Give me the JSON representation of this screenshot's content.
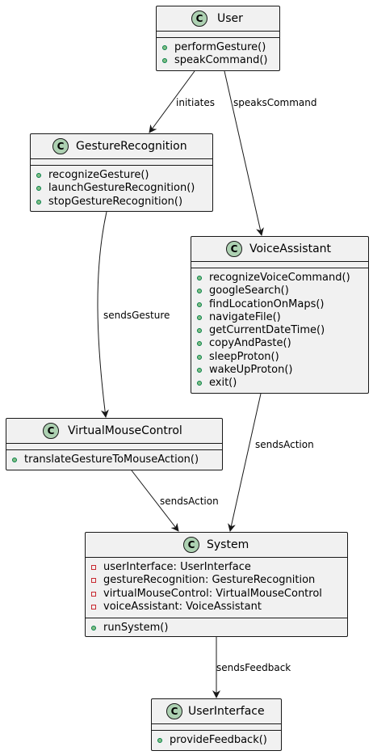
{
  "classes": {
    "user": {
      "name": "User",
      "stereotype": "C",
      "methods": [
        "performGesture()",
        "speakCommand()"
      ]
    },
    "gesture_recognition": {
      "name": "GestureRecognition",
      "stereotype": "C",
      "methods": [
        "recognizeGesture()",
        "launchGestureRecognition()",
        "stopGestureRecognition()"
      ]
    },
    "voice_assistant": {
      "name": "VoiceAssistant",
      "stereotype": "C",
      "methods": [
        "recognizeVoiceCommand()",
        "googleSearch()",
        "findLocationOnMaps()",
        "navigateFile()",
        "getCurrentDateTime()",
        "copyAndPaste()",
        "sleepProton()",
        "wakeUpProton()",
        "exit()"
      ]
    },
    "virtual_mouse_control": {
      "name": "VirtualMouseControl",
      "stereotype": "C",
      "methods": [
        "translateGestureToMouseAction()"
      ]
    },
    "system": {
      "name": "System",
      "stereotype": "C",
      "fields": [
        "userInterface: UserInterface",
        "gestureRecognition: GestureRecognition",
        "virtualMouseControl: VirtualMouseControl",
        "voiceAssistant: VoiceAssistant"
      ],
      "methods": [
        "runSystem()"
      ]
    },
    "user_interface": {
      "name": "UserInterface",
      "stereotype": "C",
      "methods": [
        "provideFeedback()"
      ]
    }
  },
  "edges": {
    "user_gesture": {
      "from": "User",
      "to": "GestureRecognition",
      "label": "initiates"
    },
    "user_voice": {
      "from": "User",
      "to": "VoiceAssistant",
      "label": "speaksCommand"
    },
    "gesture_mouse": {
      "from": "GestureRecognition",
      "to": "VirtualMouseControl",
      "label": "sendsGesture"
    },
    "voice_system": {
      "from": "VoiceAssistant",
      "to": "System",
      "label": "sendsAction"
    },
    "mouse_system": {
      "from": "VirtualMouseControl",
      "to": "System",
      "label": "sendsAction"
    },
    "system_ui": {
      "from": "System",
      "to": "UserInterface",
      "label": "sendsFeedback"
    }
  },
  "colors": {
    "class_fill": "#f1f1f1",
    "class_border": "#181818",
    "class_icon": "#add1b2",
    "public_marker": "#84be84",
    "private_marker": "#c82930"
  }
}
